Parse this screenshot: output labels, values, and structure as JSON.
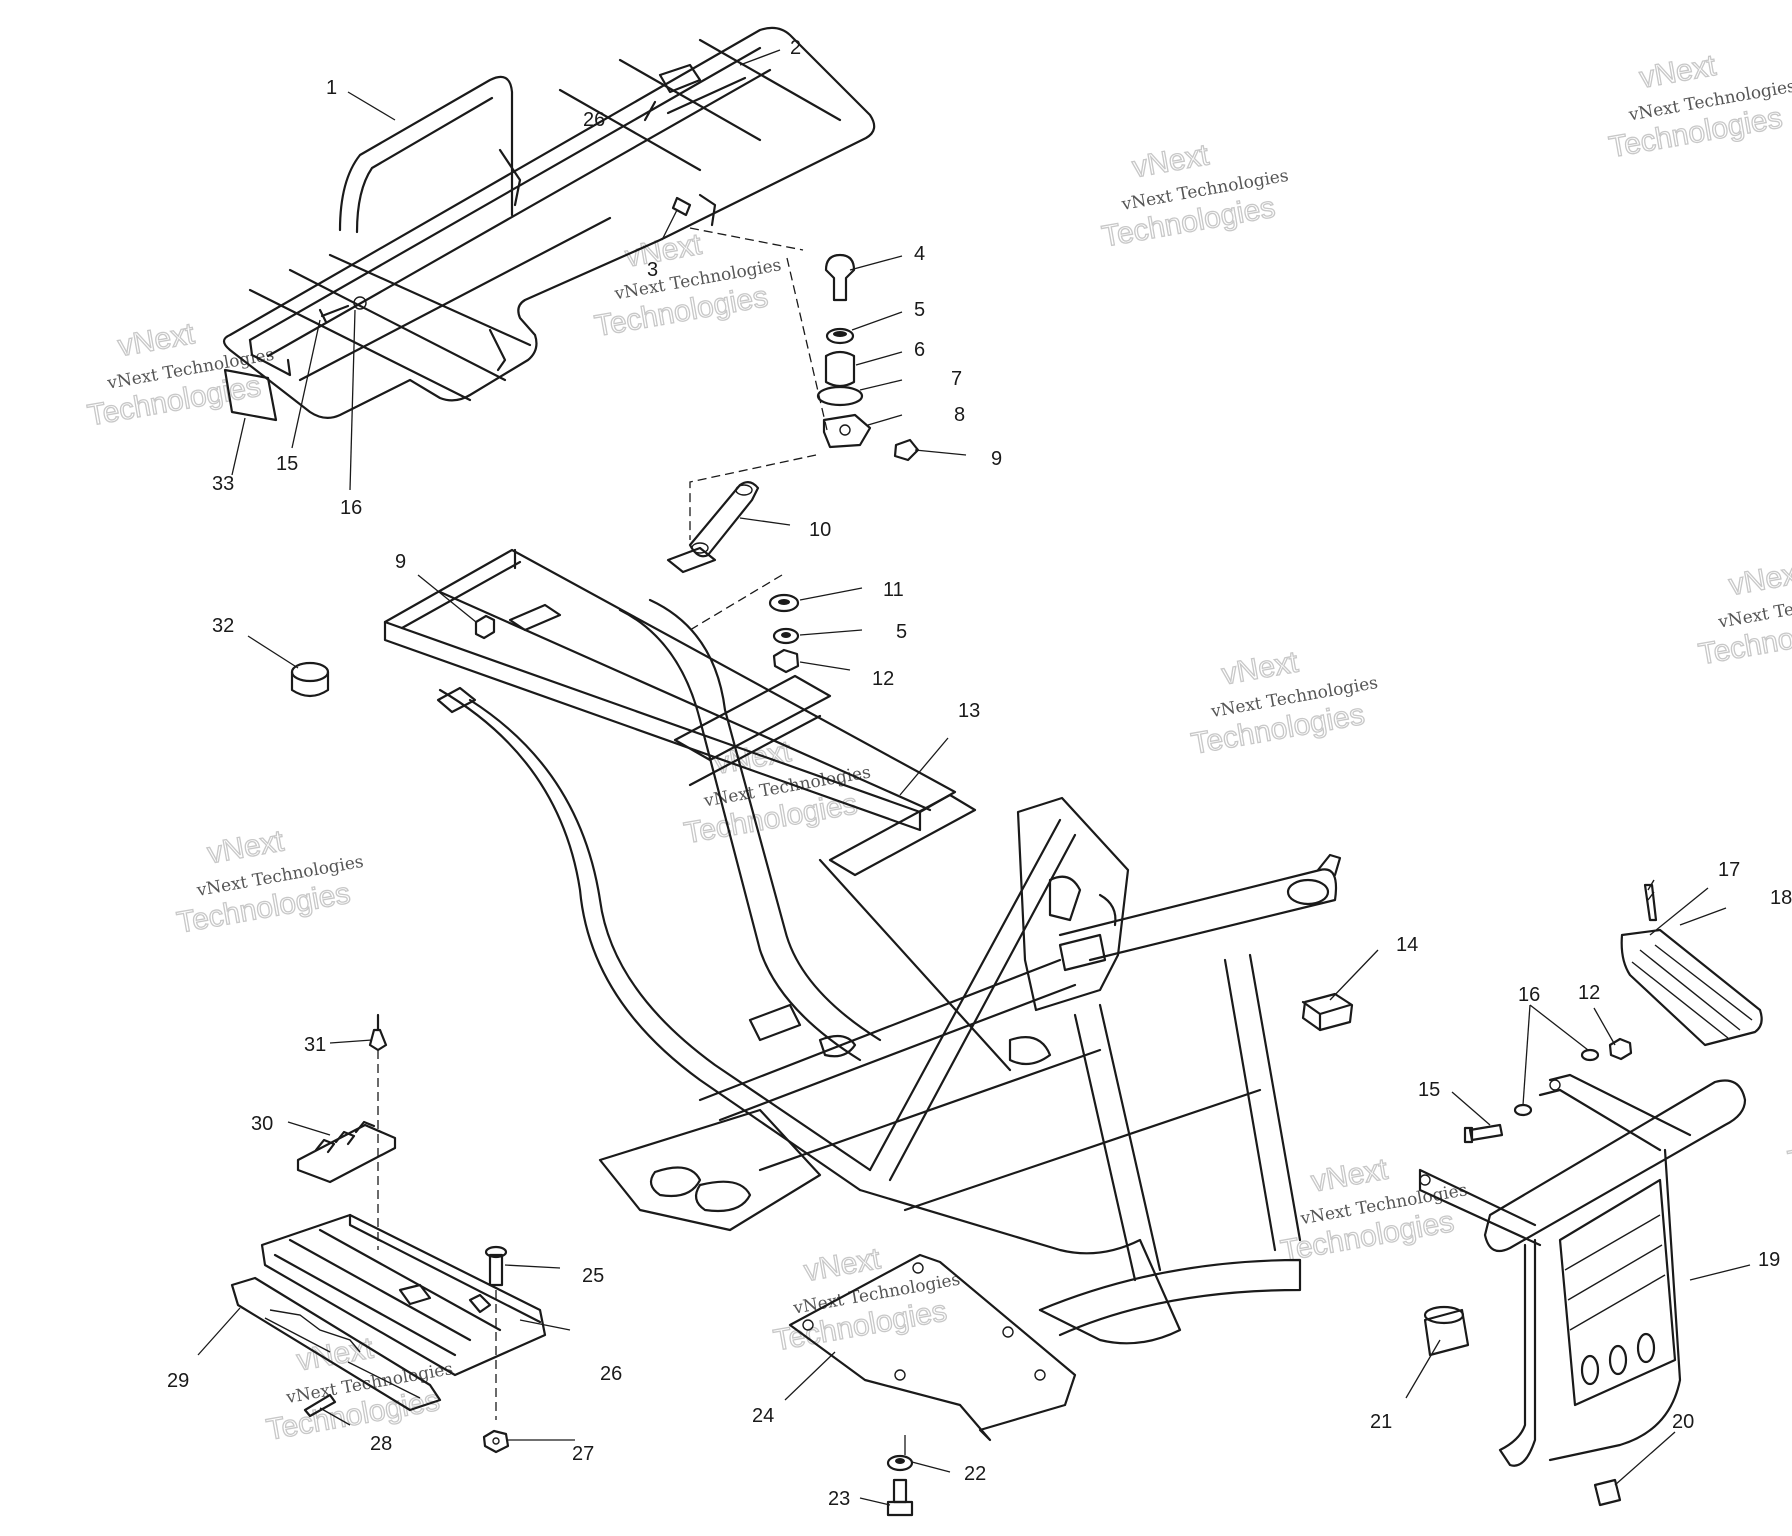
{
  "watermark": {
    "line1": "vNext",
    "line2": "vNext Technologies",
    "line3": "Technologies"
  },
  "callouts": [
    "1",
    "2",
    "3",
    "4",
    "5",
    "6",
    "7",
    "8",
    "9",
    "10",
    "11",
    "5",
    "12",
    "9",
    "13",
    "14",
    "15",
    "16",
    "32",
    "33",
    "17",
    "18",
    "16",
    "12",
    "15",
    "19",
    "20",
    "21",
    "22",
    "23",
    "24",
    "25",
    "26",
    "27",
    "28",
    "29",
    "30",
    "31",
    "26"
  ],
  "colors": {
    "ink": "#1a1a1a",
    "watermark": "#c8c8c8",
    "background": "#ffffff"
  }
}
